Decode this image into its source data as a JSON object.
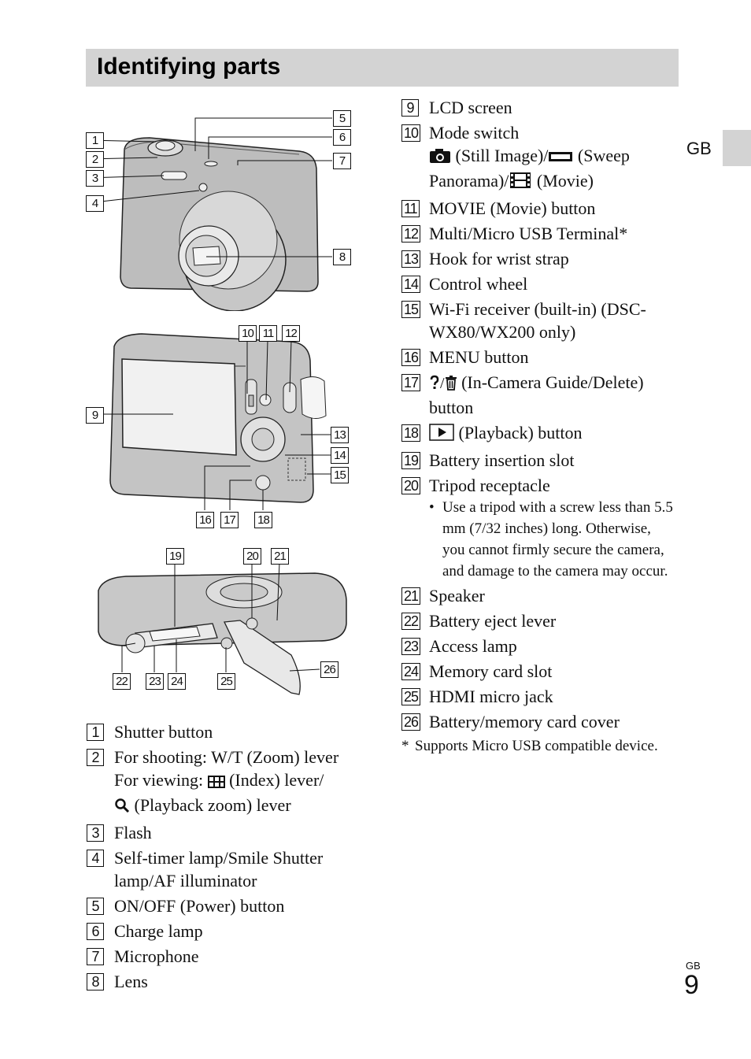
{
  "header": {
    "title": "Identifying parts"
  },
  "side_tab": {
    "label": "GB"
  },
  "footer": {
    "lang": "GB",
    "page": "9"
  },
  "figure_callouts": {
    "front": [
      "1",
      "2",
      "3",
      "4",
      "5",
      "6",
      "7",
      "8"
    ],
    "back": [
      "9",
      "10",
      "11",
      "12",
      "13",
      "14",
      "15",
      "16",
      "17",
      "18"
    ],
    "bottom": [
      "19",
      "20",
      "21",
      "22",
      "23",
      "24",
      "25",
      "26"
    ]
  },
  "left_items": [
    {
      "num": "1",
      "lines": [
        "Shutter button"
      ]
    },
    {
      "num": "2",
      "lines": [
        "For shooting: W/T (Zoom) lever"
      ],
      "viewing": {
        "pre": "For viewing: ",
        "post": " (Index) lever/",
        "zoom": " (Playback zoom) lever"
      }
    },
    {
      "num": "3",
      "lines": [
        "Flash"
      ]
    },
    {
      "num": "4",
      "lines": [
        "Self-timer lamp/Smile Shutter lamp/AF illuminator"
      ]
    },
    {
      "num": "5",
      "lines": [
        "ON/OFF (Power) button"
      ]
    },
    {
      "num": "6",
      "lines": [
        "Charge lamp"
      ]
    },
    {
      "num": "7",
      "lines": [
        "Microphone"
      ]
    },
    {
      "num": "8",
      "lines": [
        "Lens"
      ]
    }
  ],
  "right_items": {
    "i9": {
      "num": "9",
      "text": "LCD screen"
    },
    "i10": {
      "num": "10",
      "text": "Mode switch",
      "still": " (Still Image)/",
      "sweep": " (Sweep Panorama)/",
      "movie": " (Movie)"
    },
    "i11": {
      "num": "11",
      "text": "MOVIE (Movie) button"
    },
    "i12": {
      "num": "12",
      "text": "Multi/Micro USB Terminal*"
    },
    "i13": {
      "num": "13",
      "text": "Hook for wrist strap"
    },
    "i14": {
      "num": "14",
      "text": "Control wheel"
    },
    "i15": {
      "num": "15",
      "text": "Wi-Fi receiver (built-in) (DSC-WX80/WX200 only)"
    },
    "i16": {
      "num": "16",
      "text": "MENU button"
    },
    "i17": {
      "num": "17",
      "text": " (In-Camera Guide/Delete) button"
    },
    "i18": {
      "num": "18",
      "text": " (Playback) button"
    },
    "i19": {
      "num": "19",
      "text": "Battery insertion slot"
    },
    "i20": {
      "num": "20",
      "text": "Tripod receptacle",
      "note": "Use a tripod with a screw less than 5.5 mm (7/32 inches) long. Otherwise, you cannot firmly secure the camera, and damage to the camera may occur."
    },
    "i21": {
      "num": "21",
      "text": "Speaker"
    },
    "i22": {
      "num": "22",
      "text": "Battery eject lever"
    },
    "i23": {
      "num": "23",
      "text": "Access lamp"
    },
    "i24": {
      "num": "24",
      "text": "Memory card slot"
    },
    "i25": {
      "num": "25",
      "text": "HDMI micro jack"
    },
    "i26": {
      "num": "26",
      "text": "Battery/memory card cover"
    },
    "footnote": "Supports Micro USB compatible device."
  }
}
